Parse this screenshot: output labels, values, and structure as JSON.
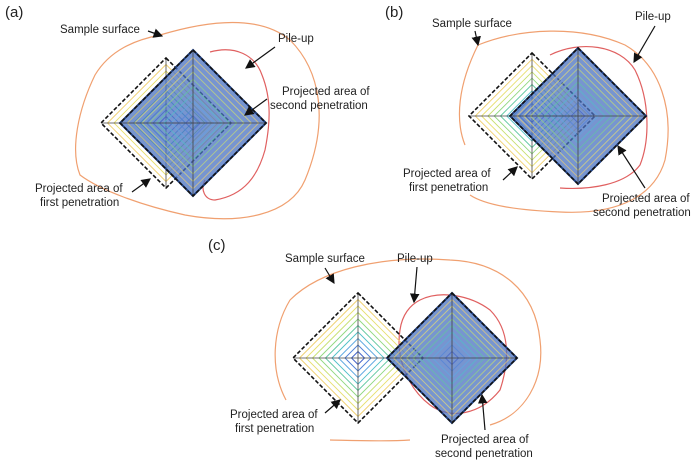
{
  "figure": {
    "panels": [
      {
        "id": "a",
        "label": "(a)",
        "annotations": {
          "sample_surface": "Sample surface",
          "pile_up": "Pile-up",
          "second_line1": "Projected area of",
          "second_line2": "second penetration",
          "first_line1": "Projected area of",
          "first_line2": "first penetration"
        }
      },
      {
        "id": "b",
        "label": "(b)",
        "annotations": {
          "sample_surface": "Sample surface",
          "pile_up": "Pile-up",
          "first_line1": "Projected area of",
          "first_line2": "first penetration",
          "second_line1": "Projected area of",
          "second_line2": "second penetration"
        }
      },
      {
        "id": "c",
        "label": "(c)",
        "annotations": {
          "sample_surface": "Sample surface",
          "pile_up": "Pile-up",
          "first_line1": "Projected area of",
          "first_line2": "first penetration",
          "second_line1": "Projected area of",
          "second_line2": "second penetration"
        }
      }
    ],
    "colors": {
      "sample_surface": "#f0a070",
      "pile_up": "#e06060",
      "second_fill": "#4a72c0",
      "second_edge": "#1f3f7f",
      "outline": "#111111"
    }
  }
}
